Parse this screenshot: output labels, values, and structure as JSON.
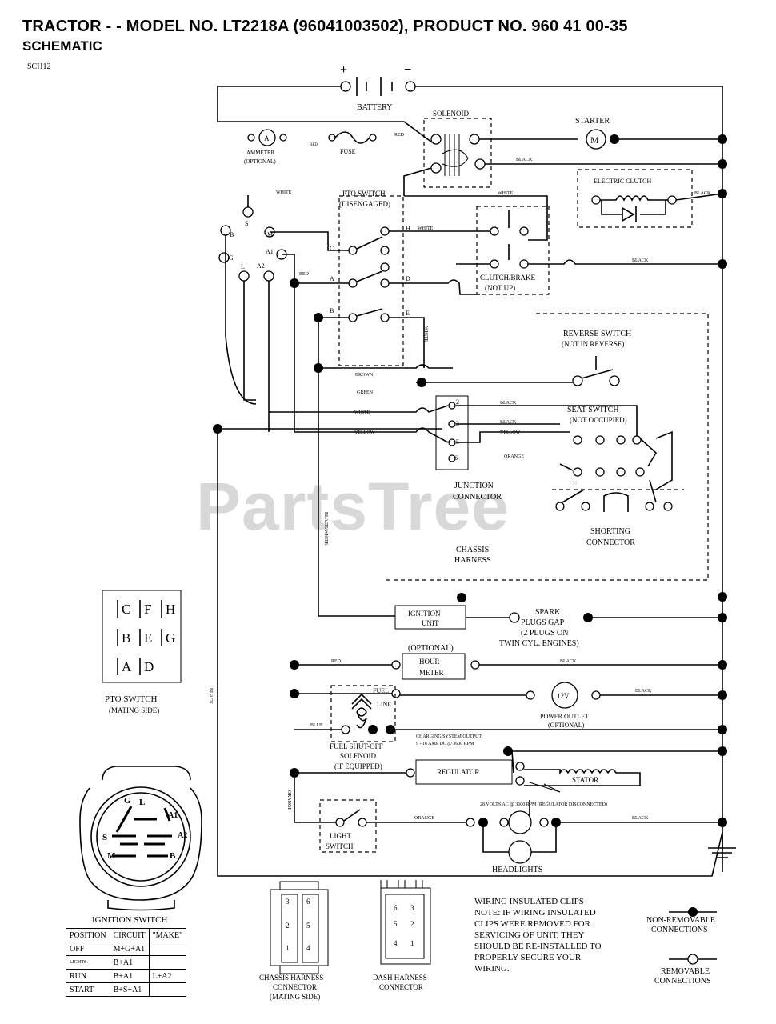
{
  "header": {
    "title": "TRACTOR - - MODEL NO. LT2218A  (96041003502), PRODUCT NO. 960 41 00-35",
    "subtitle": "SCHEMATIC",
    "code": "SCH12"
  },
  "watermark": "PartsTree",
  "labels": {
    "battery": "BATTERY",
    "plus": "+",
    "minus": "−",
    "solenoid": "SOLENOID",
    "starter": "STARTER",
    "ammeter": "AMMETER",
    "optional_paren": "(OPTIONAL)",
    "fuse": "FUSE",
    "pto_switch": "PTO SWITCH",
    "disengaged": "(DISENGAGED)",
    "electric_clutch": "ELECTRIC CLUTCH",
    "clutch_brake": "CLUTCH/BRAKE",
    "not_up": "(NOT UP)",
    "reverse_switch": "REVERSE SWITCH",
    "not_in_reverse": "(NOT IN REVERSE)",
    "seat_switch": "SEAT SWITCH",
    "not_occupied": "(NOT OCCUPIED)",
    "junction": "JUNCTION",
    "connector": "CONNECTOR",
    "shorting": "SHORTING",
    "chassis": "CHASSIS",
    "harness": "HARNESS",
    "ignition_unit_1": "IGNITION",
    "ignition_unit_2": "UNIT",
    "spark_1": "SPARK",
    "spark_2": "PLUGS GAP",
    "spark_3": "(2 PLUGS ON",
    "spark_4": "TWIN CYL. ENGINES)",
    "optional_hm": "(OPTIONAL)",
    "hour": "HOUR",
    "meter": "METER",
    "fuel_line_1": "FUEL",
    "fuel_line_2": "LINE",
    "power_outlet": "POWER OUTLET",
    "optional_po": "(OPTIONAL)",
    "volts": "12V",
    "motor": "M",
    "ammeter_sym": "A",
    "fuel_sol_1": "FUEL SHUT-OFF",
    "fuel_sol_2": "SOLENOID",
    "fuel_sol_3": "(IF EQUIPPED)",
    "charging_1": "CHARGING SYSTEM OUTPUT",
    "charging_2": "9 - 16 AMP DC @ 3600 RPM",
    "regulator": "REGULATOR",
    "stator": "STATOR",
    "ac_note": "28 VOLTS AC @ 3600 RPM (REGULATOR DISCONNECTED)",
    "light_1": "LIGHT",
    "light_2": "SWITCH",
    "headlights": "HEADLIGHTS",
    "pto_mating_1": "PTO SWITCH",
    "pto_mating_2": "(MATING SIDE)",
    "ignition_switch": "IGNITION SWITCH",
    "chassis_conn_1": "CHASSIS HARNESS",
    "chassis_conn_2": "CONNECTOR",
    "chassis_conn_3": "(MATING SIDE)",
    "dash_conn_1": "DASH HARNESS",
    "dash_conn_2": "CONNECTOR",
    "note_1": "WIRING INSULATED CLIPS",
    "note_2": "NOTE: IF WIRING INSULATED",
    "note_3": "CLIPS WERE REMOVED FOR",
    "note_4": "SERVICING OF UNIT, THEY",
    "note_5": "SHOULD BE RE-INSTALLED TO",
    "note_6": "PROPERLY SECURE YOUR",
    "note_7": "WIRING.",
    "nonrem_1": "NON-REMOVABLE",
    "nonrem_2": "CONNECTIONS",
    "rem_1": "REMOVABLE",
    "rem_2": "CONNECTIONS"
  },
  "wire_colors": {
    "red": "RED",
    "black": "BLACK",
    "white": "WHITE",
    "blue": "BLUE",
    "orange": "ORANGE",
    "brown": "BROWN",
    "green": "GREEN",
    "yellow": "YELLOW",
    "black_white": "BLACK/WHITE"
  },
  "pto_terminals": [
    "C",
    "F",
    "H",
    "B",
    "E",
    "G",
    "A",
    "D"
  ],
  "ignition_terminals": [
    "G",
    "L",
    "A1",
    "A2",
    "S",
    "M",
    "B"
  ],
  "pto_switch_letters": [
    "A",
    "B",
    "C",
    "D",
    "E",
    "H"
  ],
  "junction_pins": [
    "2",
    "3",
    "5",
    "6"
  ],
  "ignition_table": {
    "headers": [
      "POSITION",
      "CIRCUIT",
      "\"MAKE\""
    ],
    "rows": [
      [
        "OFF",
        "M+G+A1",
        ""
      ],
      [
        "LIGHTS",
        "B+A1",
        ""
      ],
      [
        "RUN",
        "B+A1",
        "L+A2"
      ],
      [
        "START",
        "B+S+A1",
        ""
      ]
    ]
  },
  "chassis_connector_pins": [
    "3",
    "6",
    "2",
    "5",
    "1",
    "4"
  ],
  "dash_connector_pins": [
    "6",
    "3",
    "5",
    "2",
    "4",
    "1"
  ]
}
